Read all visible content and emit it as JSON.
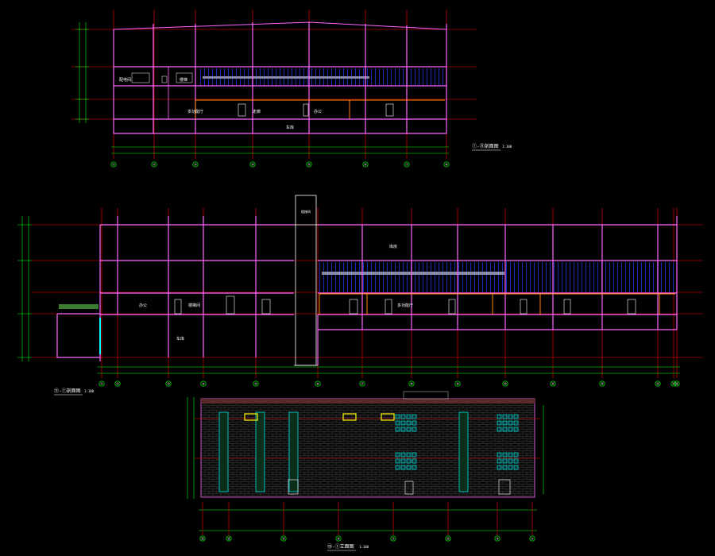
{
  "drawing": {
    "background": "#000000",
    "layer_colors": {
      "axis": "#ff0000",
      "structure": "#ff66ff",
      "dimension": "#00ff00",
      "glazing": "#0000cc",
      "door": "#ff8800",
      "annotation": "#ffffff",
      "highlight": "#ffff00",
      "window": "#00ffff"
    }
  },
  "top_section": {
    "title": "①-⑧剖面图",
    "scale": "1:100",
    "axis_labels": [
      "①",
      "②",
      "③",
      "④",
      "⑤",
      "⑥",
      "⑦",
      "⑧"
    ],
    "room_labels": [
      "配电间",
      "楼梯",
      "多功能厅",
      "走廊",
      "办公",
      "车库"
    ]
  },
  "middle_section": {
    "title": "⑪-①剖面图",
    "scale": "1:100",
    "stair_label": "楼梯间",
    "axis_labels": [
      "①",
      "②",
      "③",
      "④",
      "⑤",
      "⑥",
      "⑦",
      "⑧",
      "⑨",
      "⑩",
      "⑪",
      "⑫",
      "⑬",
      "⑭",
      "⑮"
    ],
    "room_labels": [
      "办公",
      "楼梯间",
      "库房",
      "多功能厅",
      "车库"
    ]
  },
  "bottom_elevation": {
    "title": "⑮-①立面图",
    "scale": "1:100",
    "axis_labels": [
      "⑮",
      "⑬",
      "⑪",
      "⑨",
      "⑦",
      "⑤",
      "③",
      "①"
    ]
  }
}
